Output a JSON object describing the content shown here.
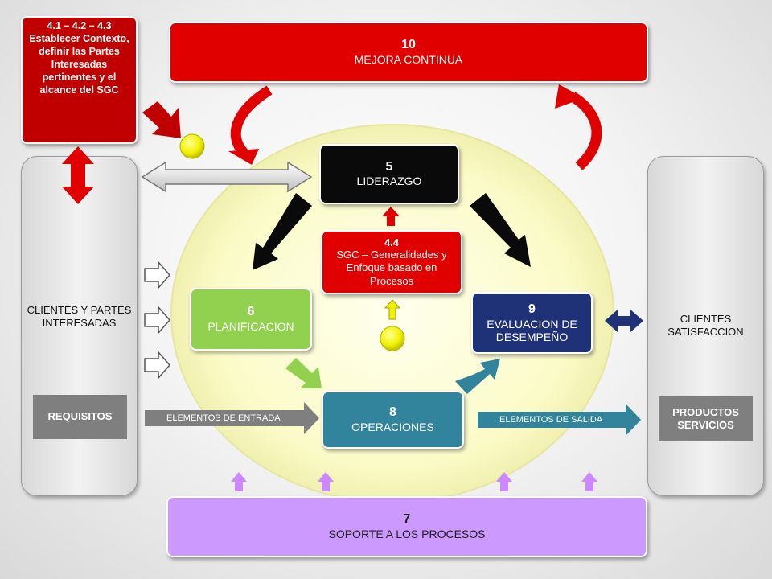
{
  "context": {
    "line1": "4.1 – 4.2 – 4.3",
    "line2": "Establecer Contexto, definir las Partes Interesadas pertinentes y el alcance del SGC"
  },
  "mejora": {
    "num": "10",
    "label": "MEJORA CONTINUA"
  },
  "liderazgo": {
    "num": "5",
    "label": "LIDERAZGO"
  },
  "sgc": {
    "num": "4.4",
    "label": "SGC – Generalidades y Enfoque basado en Procesos"
  },
  "planificacion": {
    "num": "6",
    "label": "PLANIFICACION"
  },
  "evaluacion": {
    "num": "9",
    "label": "EVALUACION DE DESEMPEÑO"
  },
  "operaciones": {
    "num": "8",
    "label": "OPERACIONES"
  },
  "soporte": {
    "num": "7",
    "label": "SOPORTE A LOS PROCESOS"
  },
  "left_panel": {
    "label": "CLIENTES Y PARTES INTERESADAS",
    "tag": "REQUISITOS"
  },
  "right_panel": {
    "label": "CLIENTES SATISFACCION",
    "tag": "PRODUCTOS SERVICIOS"
  },
  "entrada": "ELEMENTOS DE ENTRADA",
  "salida": "ELEMENTOS DE SALIDA",
  "colors": {
    "red": "#e00000",
    "dark_red": "#c00000",
    "black": "#0a0a0a",
    "green": "#92d050",
    "teal": "#31849b",
    "navy": "#1f3278",
    "purple": "#cc99ff",
    "yellow_circle": "#fdfdd0"
  }
}
